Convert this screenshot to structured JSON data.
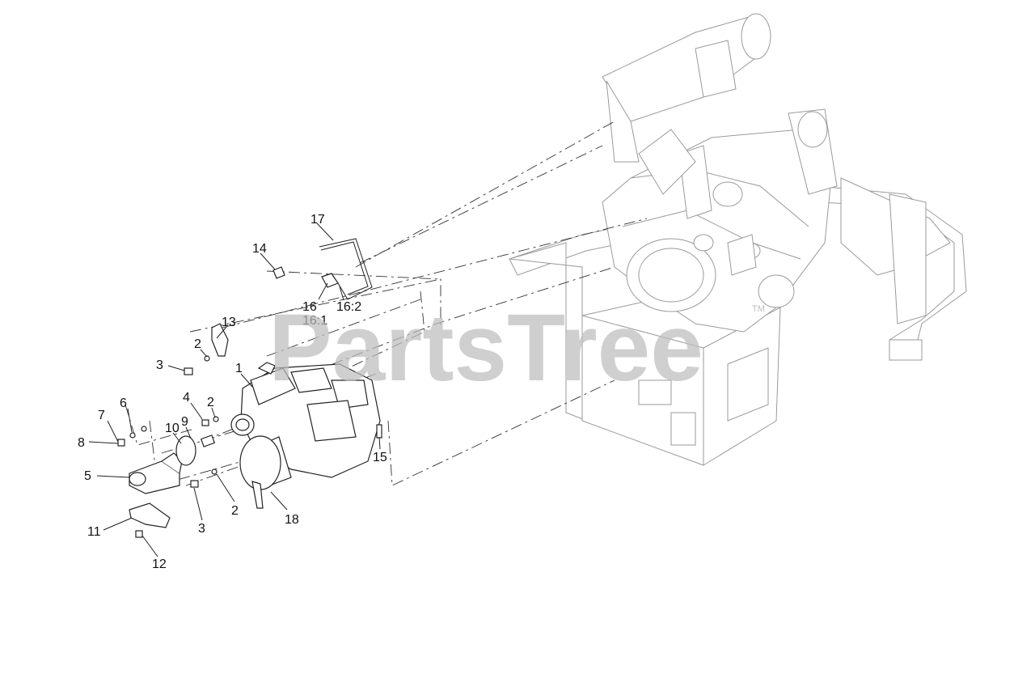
{
  "watermark": {
    "text": "PartsTree",
    "trademark": "TM"
  },
  "callouts": [
    {
      "id": "c1",
      "label": "1"
    },
    {
      "id": "c2a",
      "label": "2"
    },
    {
      "id": "c2b",
      "label": "2"
    },
    {
      "id": "c2c",
      "label": "2"
    },
    {
      "id": "c3a",
      "label": "3"
    },
    {
      "id": "c3b",
      "label": "3"
    },
    {
      "id": "c4",
      "label": "4"
    },
    {
      "id": "c5",
      "label": "5"
    },
    {
      "id": "c6",
      "label": "6"
    },
    {
      "id": "c7",
      "label": "7"
    },
    {
      "id": "c8",
      "label": "8"
    },
    {
      "id": "c9",
      "label": "9"
    },
    {
      "id": "c10",
      "label": "10"
    },
    {
      "id": "c11",
      "label": "11"
    },
    {
      "id": "c12",
      "label": "12"
    },
    {
      "id": "c13",
      "label": "13"
    },
    {
      "id": "c14",
      "label": "14"
    },
    {
      "id": "c15",
      "label": "15"
    },
    {
      "id": "c16",
      "label": "16"
    },
    {
      "id": "c161",
      "label": "16:1"
    },
    {
      "id": "c162",
      "label": "16:2"
    },
    {
      "id": "c17",
      "label": "17"
    },
    {
      "id": "c18",
      "label": "18"
    }
  ]
}
